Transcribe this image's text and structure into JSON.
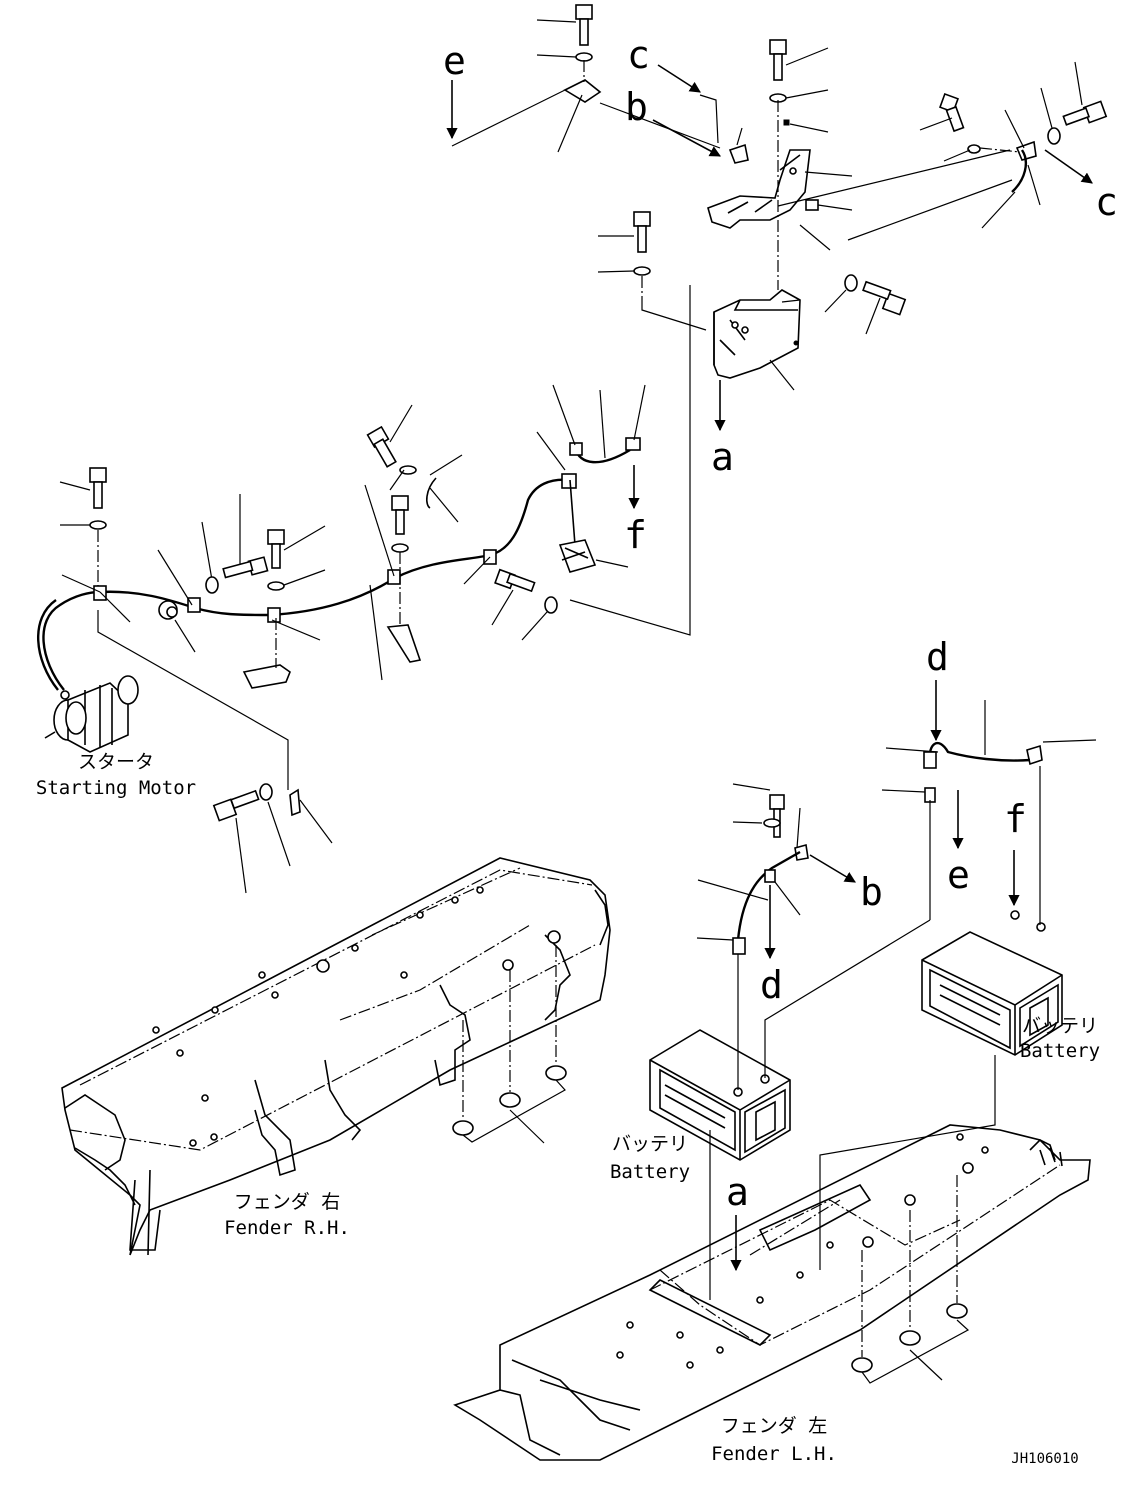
{
  "labels": {
    "starter_jp": "スタータ",
    "starter_en": "Starting Motor",
    "battery_left_jp": "バッテリ",
    "battery_left_en": "Battery",
    "battery_right_jp": "バッテリ",
    "battery_right_en": "Battery",
    "fender_rh_jp": "フェンダ 右",
    "fender_rh_en": "Fender R.H.",
    "fender_lh_jp": "フェンダ 左",
    "fender_lh_en": "Fender L.H.",
    "drawing_number": "JH106010"
  },
  "refs": {
    "a_top": "a",
    "a_bottom": "a",
    "b_top": "b",
    "b_bottom": "b",
    "c_top": "c",
    "c_right": "c",
    "d_top": "d",
    "d_bottom": "d",
    "e_top": "e",
    "e_bottom": "e",
    "f_top": "f",
    "f_bottom": "f"
  }
}
